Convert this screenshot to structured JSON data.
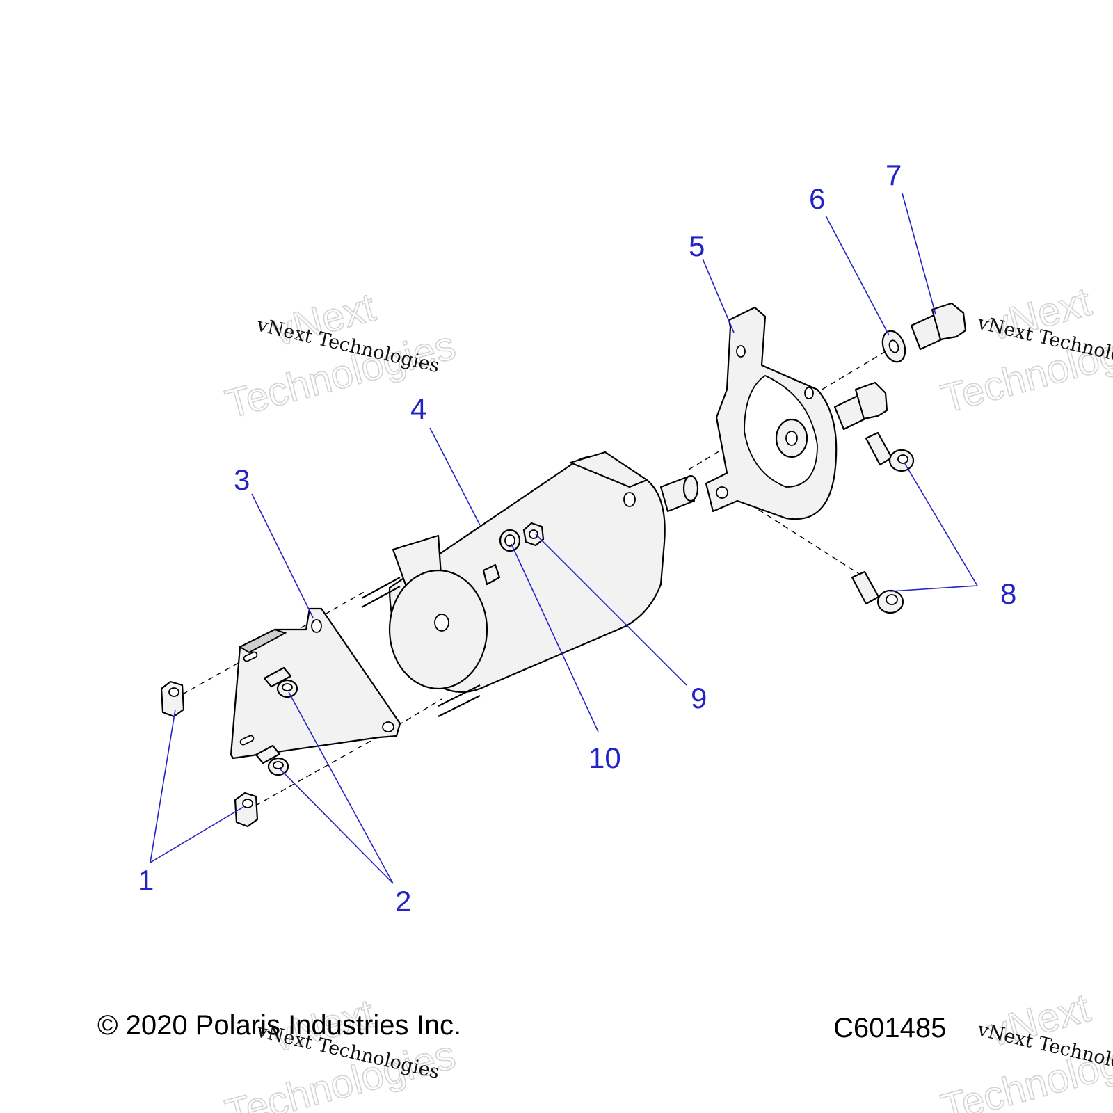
{
  "callouts": [
    "1",
    "2",
    "3",
    "4",
    "5",
    "6",
    "7",
    "8",
    "9",
    "10"
  ],
  "watermark": {
    "big_line1": "vNext",
    "big_line2": "Technologies",
    "small": "vNext Technologies"
  },
  "footer": {
    "copyright": "© 2020 Polaris Industries Inc.",
    "figure_id": "C601485"
  }
}
